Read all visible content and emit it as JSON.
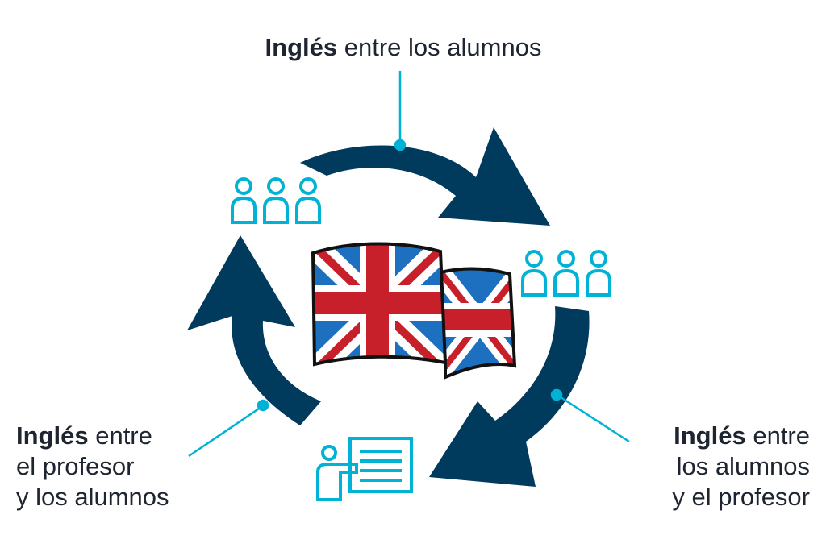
{
  "labels": {
    "top": {
      "bold": "Inglés",
      "rest": " entre los alumnos"
    },
    "left": {
      "bold": "Inglés",
      "line1_rest": " entre",
      "line2": "el profesor",
      "line3": "y los alumnos"
    },
    "right": {
      "bold": "Inglés",
      "line1_rest": " entre",
      "line2": "los alumnos",
      "line3": "y el profesor"
    }
  },
  "icons": {
    "students_top_left": "students-icon",
    "students_right": "students-icon",
    "teacher_bottom": "teacher-at-board-icon",
    "flag_center": "union-jack-flag-icon",
    "cycle": "cycle-arrows-icon"
  },
  "colors": {
    "arrow": "#003a5d",
    "icon": "#00b3d6",
    "text": "#1e2530",
    "flag_blue": "#1d6fc0",
    "flag_red": "#c7202b",
    "flag_white": "#ffffff"
  }
}
